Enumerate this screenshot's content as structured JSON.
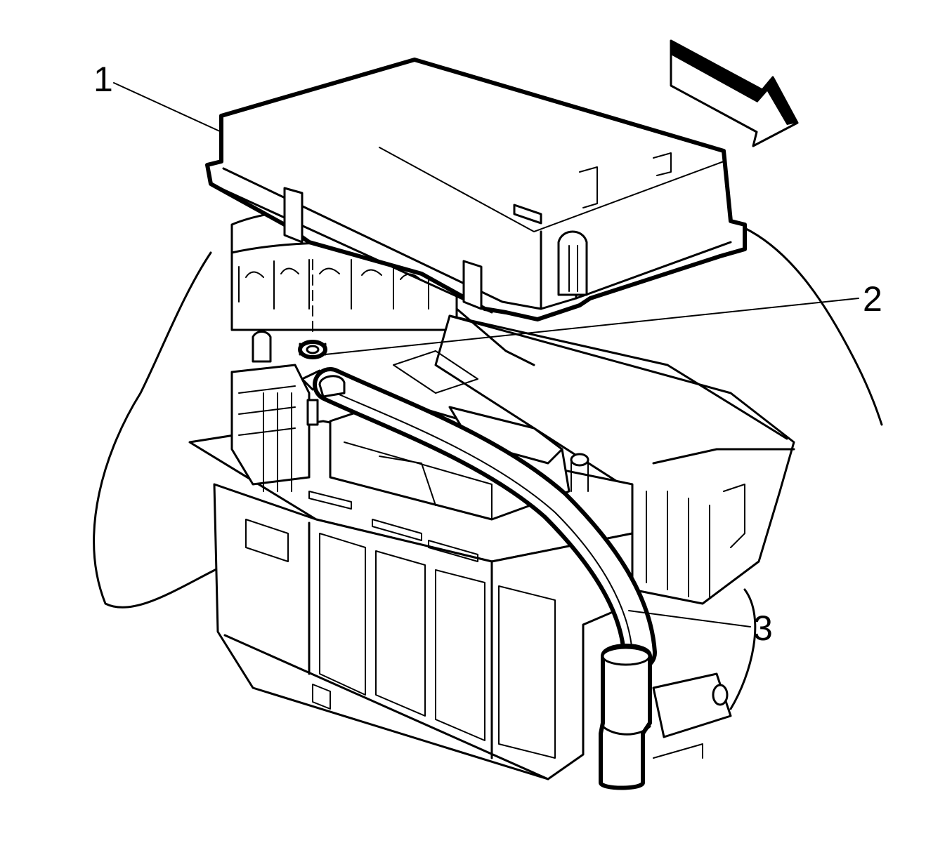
{
  "callouts": [
    {
      "id": "cover",
      "label": "1"
    },
    {
      "id": "nut",
      "label": "2"
    },
    {
      "id": "cable",
      "label": "3"
    }
  ],
  "icons": {
    "direction_arrow": "front-direction-arrow-icon"
  },
  "colors": {
    "line": "#000000",
    "background": "#ffffff"
  }
}
